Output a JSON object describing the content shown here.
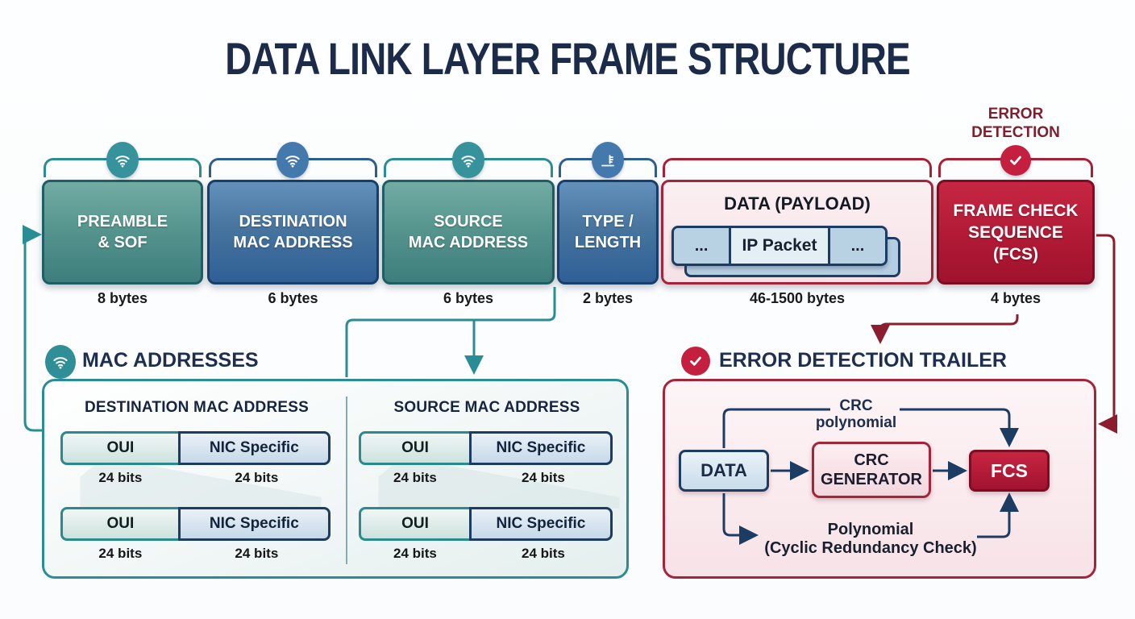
{
  "title": "DATA LINK LAYER FRAME STRUCTURE",
  "colors": {
    "teal_accent": "#2a8d96",
    "blue_accent": "#2b5f90",
    "red_accent": "#ab1f36",
    "maroon_text": "#7e1f2d",
    "navy_text": "#1d2e4f",
    "navy_wire": "#1d3c63"
  },
  "frame": {
    "error_detection_label_lines": [
      "ERROR",
      "DETECTION"
    ],
    "fields": [
      {
        "label_lines": [
          "PREAMBLE",
          "& SOF"
        ],
        "bytes": "8 bytes",
        "icon": "wifi",
        "scheme": "teal"
      },
      {
        "label_lines": [
          "DESTINATION",
          "MAC ADDRESS"
        ],
        "bytes": "6 bytes",
        "icon": "wifi",
        "scheme": "blue"
      },
      {
        "label_lines": [
          "SOURCE",
          "MAC ADDRESS"
        ],
        "bytes": "6 bytes",
        "icon": "wifi",
        "scheme": "teal"
      },
      {
        "label_lines": [
          "TYPE /",
          "LENGTH"
        ],
        "bytes": "2 bytes",
        "icon": "document",
        "scheme": "blue"
      },
      {
        "title": "DATA (PAYLOAD)",
        "bytes": "46-1500 bytes",
        "icon": "",
        "scheme": "payload",
        "packet_cells": [
          "...",
          "IP Packet",
          "..."
        ]
      },
      {
        "label_lines": [
          "FRAME CHECK",
          "SEQUENCE",
          "(FCS)"
        ],
        "bytes": "4 bytes",
        "icon": "checkmark",
        "scheme": "red"
      }
    ]
  },
  "mac_section": {
    "heading": "MAC ADDRESSES",
    "icon": "wifi",
    "columns": [
      {
        "heading": "DESTINATION MAC ADDRESS",
        "rows": [
          {
            "oui": "OUI",
            "nic": "NIC Specific",
            "oui_bits": "24 bits",
            "nic_bits": "24 bits"
          },
          {
            "oui": "OUI",
            "nic": "NIC Specific",
            "oui_bits": "24 bits",
            "nic_bits": "24 bits"
          }
        ]
      },
      {
        "heading": "SOURCE MAC ADDRESS",
        "rows": [
          {
            "oui": "OUI",
            "nic": "NIC Specific",
            "oui_bits": "24 bits",
            "nic_bits": "24 bits"
          },
          {
            "oui": "OUI",
            "nic": "NIC Specific",
            "oui_bits": "24 bits",
            "nic_bits": "24 bits"
          }
        ]
      }
    ]
  },
  "trailer_section": {
    "heading": "ERROR DETECTION TRAILER",
    "icon": "checkmark",
    "crc_label_lines": [
      "CRC",
      "polynomial"
    ],
    "nodes": {
      "data": "DATA",
      "generator_lines": [
        "CRC",
        "GENERATOR"
      ],
      "fcs": "FCS"
    },
    "polynomial_label_lines": [
      "Polynomial",
      "(Cyclic Redundancy Check)"
    ]
  }
}
